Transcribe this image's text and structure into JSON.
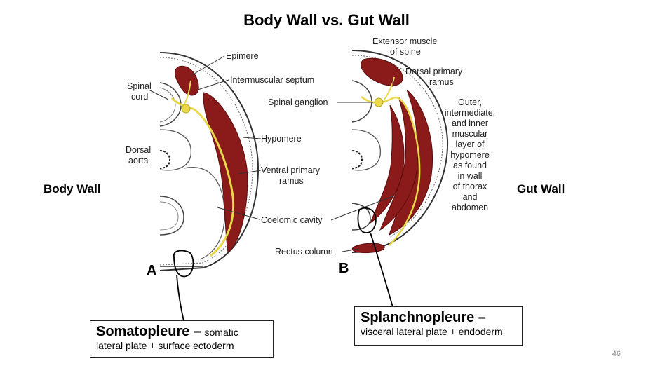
{
  "title": "Body Wall vs. Gut Wall",
  "left_label": "Body Wall",
  "right_label": "Gut Wall",
  "panel_a": {
    "letter": "A",
    "labels": {
      "epimere": "Epimere",
      "intermuscular_septum": "Intermuscular septum",
      "spinal_cord_1": "Spinal",
      "spinal_cord_2": "cord",
      "hypomere": "Hypomere",
      "dorsal_aorta_1": "Dorsal",
      "dorsal_aorta_2": "aorta",
      "ventral_ramus_1": "Ventral primary",
      "ventral_ramus_2": "ramus",
      "coelomic_cavity": "Coelomic cavity"
    }
  },
  "panel_b": {
    "letter": "B",
    "labels": {
      "extensor_1": "Extensor muscle",
      "extensor_2": "of spine",
      "dorsal_ramus_1": "Dorsal primary",
      "dorsal_ramus_2": "ramus",
      "spinal_ganglion": "Spinal ganglion",
      "muscle_layers": [
        "Outer,",
        "intermediate,",
        "and inner",
        "muscular",
        "layer of",
        "hypomere",
        "as found",
        "in wall",
        "of thorax",
        "and",
        "abdomen"
      ],
      "rectus_column": "Rectus column"
    }
  },
  "somatopleure": {
    "term": "Somatopleure –",
    "term_suffix": "somatic",
    "desc": "lateral plate + surface ectoderm"
  },
  "splanchnopleure": {
    "term": "Splanchnopleure –",
    "desc": "visceral lateral plate + endoderm"
  },
  "page_number": "46",
  "colors": {
    "muscle": "#8b1a1a",
    "nerve": "#e8d84a",
    "outline": "#333333"
  }
}
